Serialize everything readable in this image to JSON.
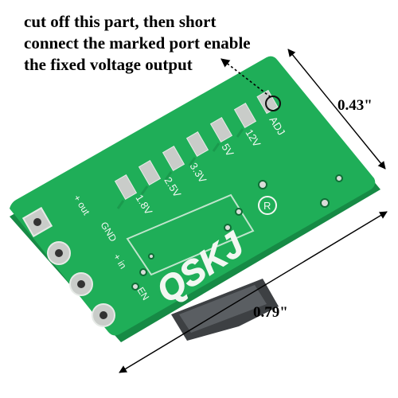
{
  "caption": {
    "lines": [
      "cut off this part, then short",
      "connect the marked port enable",
      "the fixed voltage output"
    ]
  },
  "dimensions": {
    "height": "0.43\"",
    "width": "0.79\""
  },
  "board": {
    "logo": "QSKJ",
    "registered_mark": "R",
    "voltage_labels": [
      "ADJ",
      "12V",
      "5V",
      "3.3V",
      "2.5V",
      "1.8V"
    ],
    "pin_labels": [
      "+ out",
      "GND",
      "+ in",
      "EN"
    ]
  },
  "colors": {
    "pcb": "#1fae58",
    "pcb_dark": "#168a45",
    "pad": "#c9ccc9",
    "silkscreen": "#f2f7f2",
    "inductor": "#4a4d50"
  }
}
